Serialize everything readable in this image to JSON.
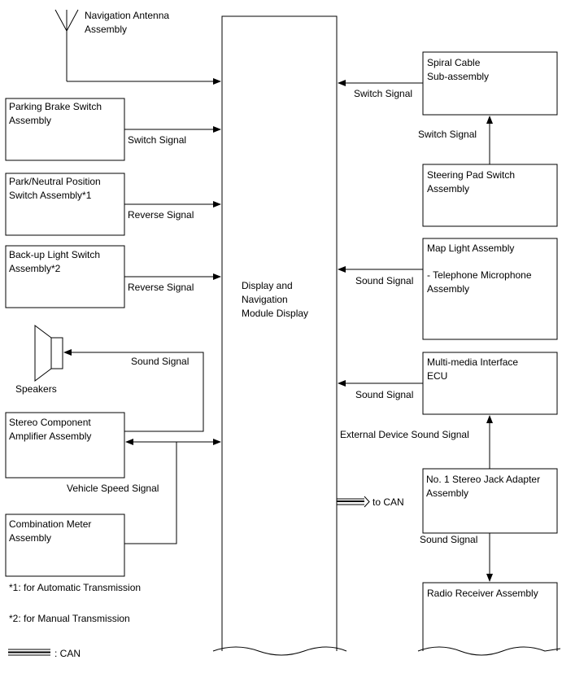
{
  "blocks": {
    "nav_antenna": [
      "Navigation Antenna",
      "Assembly"
    ],
    "parking_brake": [
      "Parking Brake Switch",
      "Assembly"
    ],
    "park_neutral": [
      "Park/Neutral Position",
      "Switch Assembly*1"
    ],
    "backup_light": [
      "Back-up Light Switch",
      "Assembly*2"
    ],
    "speakers": "Speakers",
    "stereo_amp": [
      "Stereo Component",
      "Amplifier Assembly"
    ],
    "combination_meter": [
      "Combination Meter",
      "Assembly"
    ],
    "display_module": [
      "Display and",
      "Navigation",
      "Module Display"
    ],
    "spiral_cable": [
      "Spiral Cable",
      "Sub-assembly"
    ],
    "steering_pad": [
      "Steering Pad Switch",
      "Assembly"
    ],
    "map_light": [
      "Map Light Assembly",
      "",
      "- Telephone Microphone",
      "Assembly"
    ],
    "multimedia_ecu": [
      "Multi-media Interface",
      "ECU"
    ],
    "stereo_jack": [
      "No. 1 Stereo Jack Adapter",
      "Assembly"
    ],
    "radio_receiver": "Radio Receiver Assembly"
  },
  "signals": {
    "switch": "Switch Signal",
    "reverse": "Reverse Signal",
    "sound": "Sound Signal",
    "vehicle_speed": "Vehicle Speed Signal",
    "external_device_sound": "External Device Sound Signal",
    "to_can": "to CAN"
  },
  "notes": {
    "note1": "*1: for Automatic Transmission",
    "note2": "*2: for Manual Transmission",
    "legend_can": ": CAN"
  }
}
